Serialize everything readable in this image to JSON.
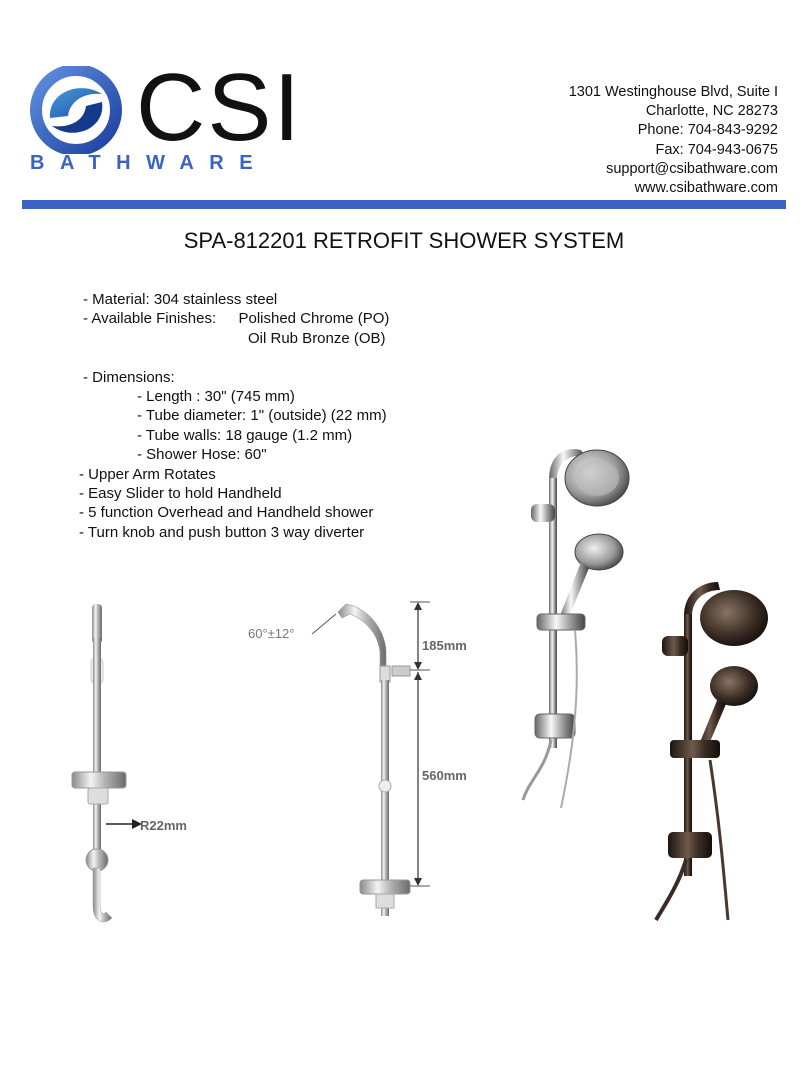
{
  "header": {
    "logo_name": "CSI",
    "logo_tagline": "BATHWARE",
    "address_lines": [
      "1301 Westinghouse Blvd, Suite I",
      "Charlotte, NC 28273",
      "Phone: 704-843-9292",
      "Fax: 704-943-0675",
      "support@csibathware.com",
      "www.csibathware.com"
    ],
    "accent_color": "#3a63c4"
  },
  "title": "SPA-812201 RETROFIT SHOWER SYSTEM",
  "specs": {
    "material": "-  Material: 304 stainless steel",
    "finishes_label": "-  Available Finishes:",
    "finish_1": "Polished Chrome (PO)",
    "finish_2": "Oil Rub Bronze (OB)",
    "dimensions_label": "-  Dimensions:",
    "dim_length": "-  Length : 30\" (745 mm)",
    "dim_tube": "-  Tube diameter: 1\" (outside) (22 mm)",
    "dim_walls": "-  Tube walls: 18 gauge (1.2 mm)",
    "dim_hose": "-  Shower Hose: 60\"",
    "feature_1": "- Upper Arm Rotates",
    "feature_2": "- Easy Slider to hold Handheld",
    "feature_3": "- 5 function Overhead and Handheld shower",
    "feature_4": "- Turn knob and push button 3 way diverter"
  },
  "drawings": {
    "radius_label": "R22mm",
    "angle_label": "60°±12°",
    "upper_dim_label": "185mm",
    "lower_dim_label": "560mm"
  },
  "product_images": {
    "chrome": "polished-chrome-shower-system",
    "bronze": "oil-rub-bronze-shower-system"
  }
}
